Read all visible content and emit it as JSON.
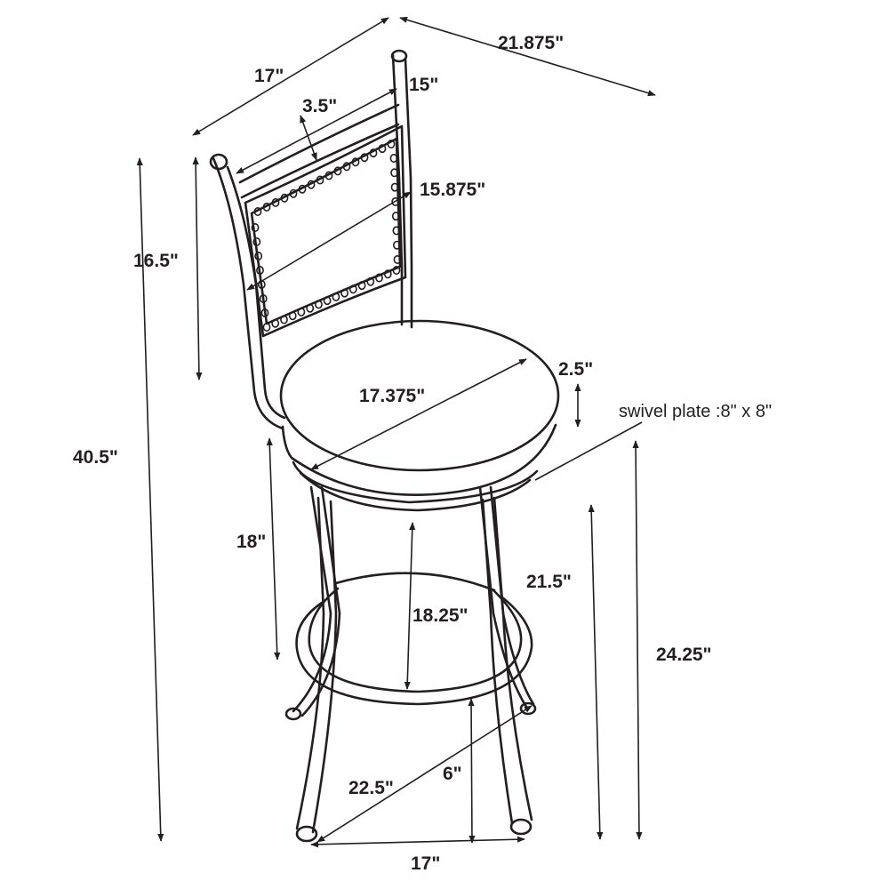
{
  "diagram": {
    "dimensions": {
      "overall_height": "40.5\"",
      "overall_depth": "21.875\"",
      "back_width_outer": "17\"",
      "back_width_inner": "15\"",
      "back_panel_height": "3.5\"",
      "back_panel_width": "15.875\"",
      "backrest_height": "16.5\"",
      "seat_diameter": "17.375\"",
      "seat_thickness": "2.5\"",
      "seat_to_footring": "18\"",
      "seat_height": "21.5\"",
      "under_seat_clearance": "18.25\"",
      "seat_top_height": "24.25\"",
      "footring_height": "6\"",
      "base_diagonal": "22.5\"",
      "base_width": "17\""
    },
    "notes": {
      "swivel_plate": "swivel plate :8\" x 8\""
    },
    "colors": {
      "line": "#231f20",
      "background": "#ffffff"
    }
  }
}
